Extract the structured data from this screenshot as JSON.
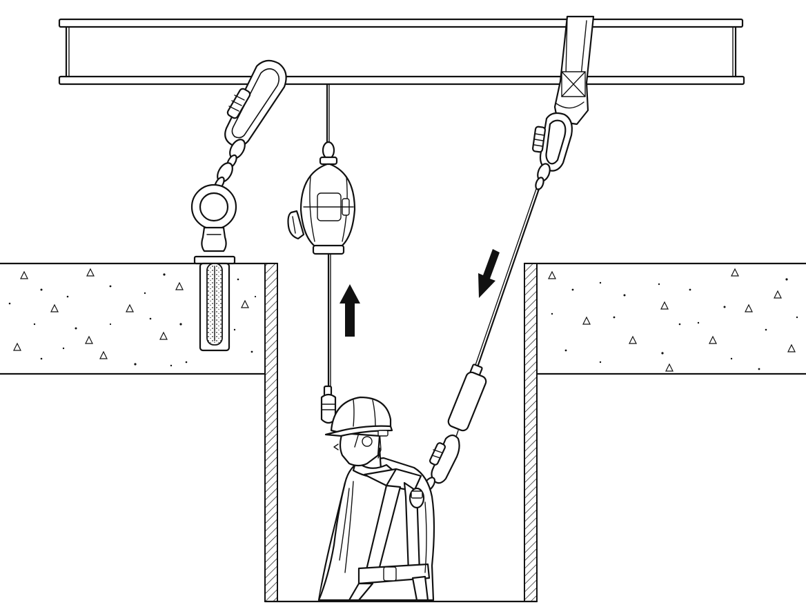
{
  "diagram": {
    "components": [
      {
        "id": "i-beam",
        "icon": "i-beam-icon"
      },
      {
        "id": "anchor-bolt",
        "icon": "eye-bolt-icon"
      },
      {
        "id": "retractable-lifeline",
        "icon": "self-retracting-lifeline-icon"
      },
      {
        "id": "anchor-sling",
        "icon": "webbing-sling-icon"
      },
      {
        "id": "shock-absorbing-lanyard",
        "icon": "lanyard-icon"
      },
      {
        "id": "worker",
        "icon": "worker-harness-icon"
      },
      {
        "id": "confined-space-opening",
        "icon": "shaft-icon"
      }
    ],
    "arrows": [
      {
        "id": "retract-arrow",
        "direction": "up",
        "icon": "arrow-up-icon"
      },
      {
        "id": "descent-arrow",
        "direction": "down-left",
        "icon": "arrow-down-icon"
      }
    ],
    "colors": {
      "line": "#111111",
      "background": "#ffffff"
    }
  }
}
